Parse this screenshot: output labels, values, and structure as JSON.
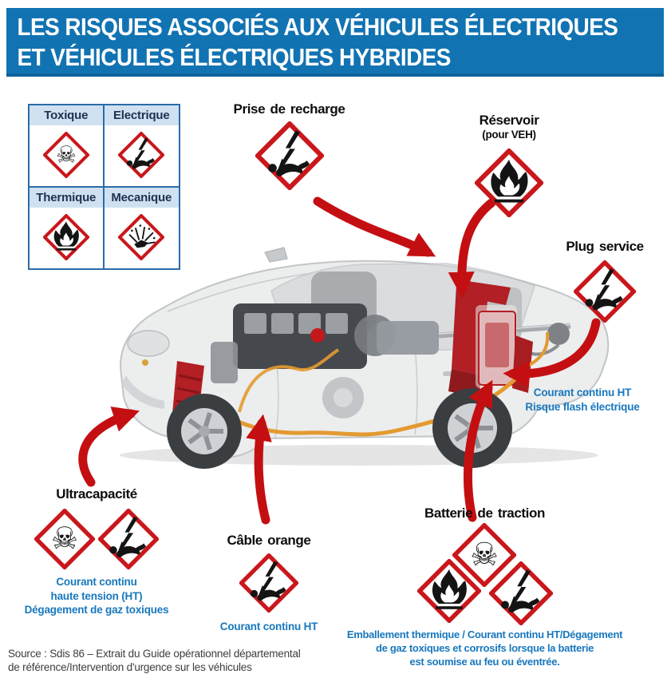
{
  "header": {
    "line1": "LES RISQUES ASSOCIÉS AUX VÉHICULES ÉLECTRIQUES",
    "line2": "ET VÉHICULES ÉLECTRIQUES HYBRIDES"
  },
  "legend": {
    "cells": [
      {
        "label": "Toxique",
        "icon": "skull-crossbones"
      },
      {
        "label": "Electrique",
        "icon": "electrocution"
      },
      {
        "label": "Thermique",
        "icon": "flame"
      },
      {
        "label": "Mecanique",
        "icon": "mechanical-projection"
      }
    ]
  },
  "callouts": {
    "prise": {
      "title": "Prise de recharge",
      "icons": [
        "electrocution"
      ]
    },
    "reservoir": {
      "title": "Réservoir",
      "subtitle": "(pour VEH)",
      "icons": [
        "flame"
      ]
    },
    "plug": {
      "title": "Plug service",
      "icons": [
        "electrocution"
      ],
      "note": [
        "Courant continu HT",
        "Risque flash électrique"
      ]
    },
    "ultracapacite": {
      "title": "Ultracapacité",
      "icons": [
        "skull-crossbones",
        "electrocution"
      ],
      "note": [
        "Courant continu",
        "haute tension (HT)",
        "Dégagement de gaz toxiques"
      ]
    },
    "cable": {
      "title": "Câble orange",
      "icons": [
        "electrocution"
      ],
      "note": [
        "Courant continu HT"
      ]
    },
    "batterie": {
      "title": "Batterie de traction",
      "icons": [
        "skull-crossbones",
        "flame",
        "electrocution"
      ],
      "note": [
        "Emballement thermique / Courant continu HT/Dégagement",
        "de gaz toxiques et corrosifs lorsque la batterie",
        "est soumise au feu ou éventrée."
      ]
    }
  },
  "source": {
    "line1": "Source : Sdis 86 – Extrait du Guide opérationnel départemental",
    "line2": "de référence/Intervention d'urgence sur les véhicules"
  },
  "colors": {
    "banner_blue": "#1173b2",
    "hazard_red": "#c9171c",
    "arrow_red": "#c40f12",
    "note_blue": "#1878be",
    "legend_header_bg": "#cfe1f1",
    "legend_border": "#2a6ca8",
    "cable_orange": "#e39a30",
    "battery_red": "#b21f24"
  }
}
